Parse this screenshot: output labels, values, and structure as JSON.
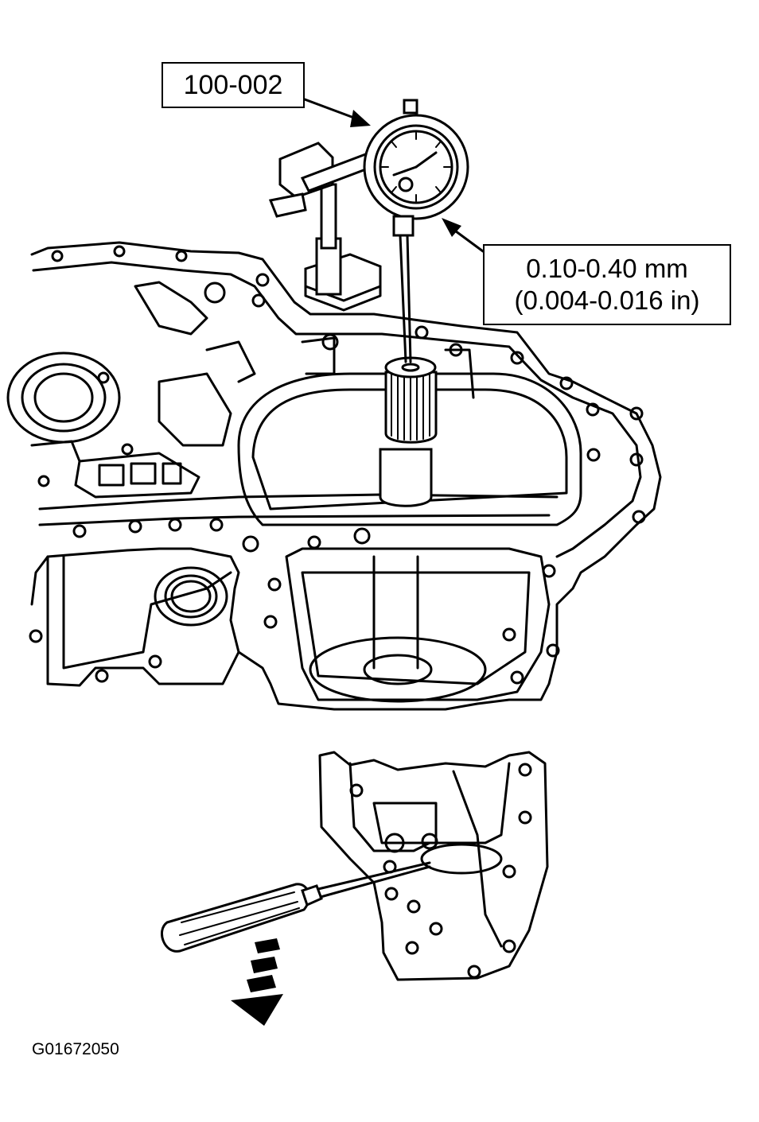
{
  "callouts": {
    "tool_number": "100-002",
    "spec_metric": "0.10-0.40 mm",
    "spec_imperial": "(0.004-0.016 in)"
  },
  "figure_id": "G01672050"
}
